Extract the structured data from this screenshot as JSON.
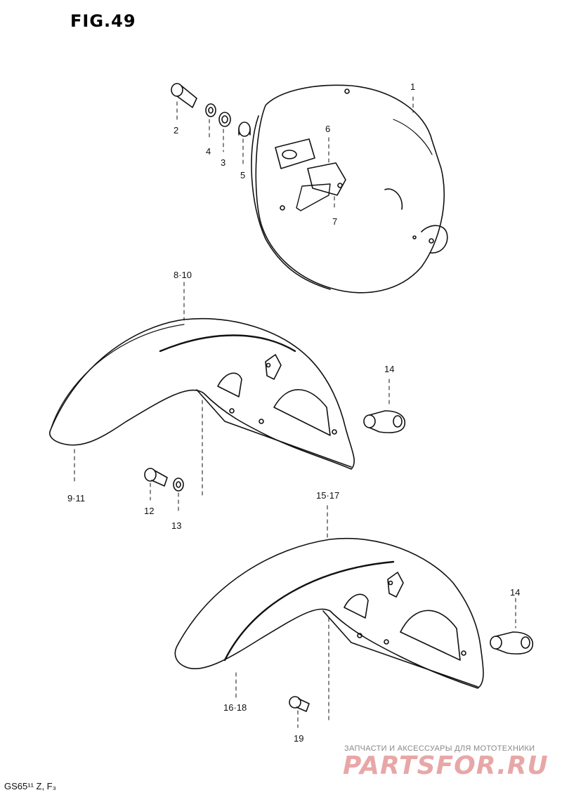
{
  "figure": {
    "title": "FIG.49"
  },
  "parts": {
    "p1": "1",
    "p2": "2",
    "p3": "3",
    "p4": "4",
    "p5": "5",
    "p6": "6",
    "p7": "7",
    "p8_10": "8·10",
    "p9_11": "9·11",
    "p12": "12",
    "p13": "13",
    "p14a": "14",
    "p14b": "14",
    "p15_17": "15·17",
    "p16_18": "16·18",
    "p19": "19"
  },
  "footer": {
    "model_code": "GS65¹¹ Z, F₃"
  },
  "watermark": {
    "tagline": "ЗАПЧАСТИ И АКСЕССУАРЫ ДЛЯ МОТОТЕХНИКИ",
    "logo": "PARTSFOR.RU",
    "color": "#e8a7a7"
  }
}
